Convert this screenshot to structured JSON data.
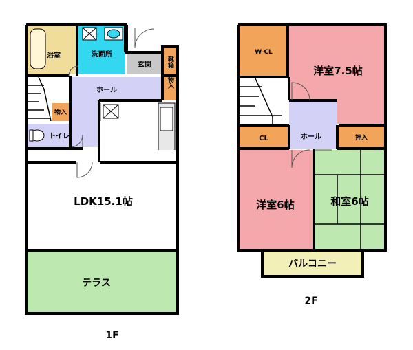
{
  "colors": {
    "bath": "#f0dd9a",
    "washroom": "#33d7f0",
    "entrance": "#c8c8c8",
    "storage": "#f2a55a",
    "hall": "#d4d1f7",
    "western_room": "#f4a8ac",
    "japanese_room": "#bde9b0",
    "terrace": "#bde9b0",
    "balcony": "#f3efb9",
    "white": "#ffffff"
  },
  "floor1": {
    "label": "1F",
    "rooms": {
      "bath": "浴室",
      "washroom": "洗面所",
      "entrance": "玄関",
      "shoe_box": "靴箱",
      "closet_right": "物入",
      "hall": "ホール",
      "closet_left": "物入",
      "toilet": "トイレ",
      "ldk": "LDK15.1帖",
      "terrace": "テラス"
    }
  },
  "floor2": {
    "label": "2F",
    "rooms": {
      "walk_in_closet": "W-CL",
      "western_75": "洋室7.5帖",
      "closet": "CL",
      "hall": "ホール",
      "oshiire": "押入",
      "western_6": "洋室6帖",
      "japanese_6": "和室6帖",
      "balcony": "バルコニー"
    }
  }
}
